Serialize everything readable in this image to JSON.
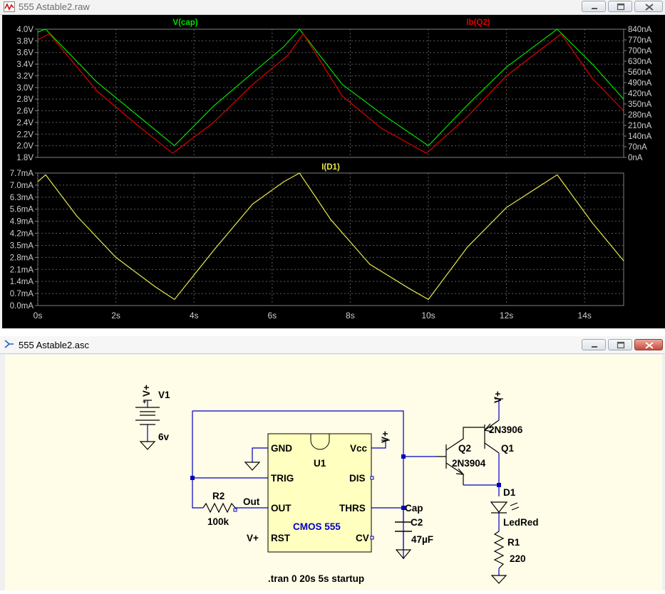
{
  "waveform_window": {
    "title": "555 Astable2.raw",
    "app_icon": "waveform-icon",
    "buttons": [
      "minimize-icon",
      "maximize-icon",
      "close-icon"
    ]
  },
  "schematic_window": {
    "title": "555 Astable2.asc",
    "app_icon": "schematic-icon",
    "buttons": [
      "minimize-icon",
      "maximize-icon",
      "close-icon"
    ]
  },
  "colors": {
    "plot_bg": "#000000",
    "grid": "#5a5a5a",
    "axis_text": "#d0d0d0",
    "vcap": "#00e000",
    "ibq2": "#e00000",
    "id1": "#e8e84a",
    "schematic_bg": "#fffce8",
    "wire": "#0000c0",
    "label": "#000000",
    "cmos_label": "#0000c0"
  },
  "chart_data": [
    {
      "type": "line",
      "title": "",
      "x_ticks": [
        "0s",
        "2s",
        "4s",
        "6s",
        "8s",
        "10s",
        "12s",
        "14s"
      ],
      "xlim": [
        0,
        15
      ],
      "y_left_ticks": [
        "4.0V",
        "3.8V",
        "3.6V",
        "3.4V",
        "3.2V",
        "3.0V",
        "2.8V",
        "2.6V",
        "2.4V",
        "2.2V",
        "2.0V",
        "1.8V"
      ],
      "ylim_left": [
        1.8,
        4.0
      ],
      "y_right_ticks": [
        "840nA",
        "770nA",
        "700nA",
        "630nA",
        "560nA",
        "490nA",
        "420nA",
        "350nA",
        "280nA",
        "210nA",
        "140nA",
        "70nA",
        "0nA"
      ],
      "ylim_right": [
        0,
        840
      ],
      "grid": true,
      "series": [
        {
          "name": "V(cap)",
          "axis": "left",
          "x": [
            0,
            0.2,
            1.5,
            2.5,
            3.5,
            4.5,
            5.5,
            6.3,
            6.7,
            7.8,
            8.8,
            10.0,
            11.0,
            12.0,
            13.3,
            14.2,
            15.0
          ],
          "values": [
            3.95,
            4.0,
            3.1,
            2.55,
            2.0,
            2.68,
            3.25,
            3.7,
            4.0,
            3.05,
            2.55,
            2.0,
            2.7,
            3.35,
            4.0,
            3.4,
            2.8
          ]
        },
        {
          "name": "Ib(Q2)",
          "axis": "left",
          "x": [
            0,
            0.3,
            1.5,
            2.5,
            3.45,
            4.5,
            5.5,
            6.4,
            6.8,
            7.8,
            8.8,
            9.95,
            11.0,
            12.0,
            13.4,
            14.2,
            15.0
          ],
          "values": [
            3.82,
            3.92,
            2.95,
            2.38,
            1.87,
            2.4,
            3.05,
            3.55,
            3.92,
            2.85,
            2.3,
            1.87,
            2.5,
            3.2,
            3.92,
            3.15,
            2.6
          ]
        }
      ]
    },
    {
      "type": "line",
      "title": "",
      "x_ticks": [
        "0s",
        "2s",
        "4s",
        "6s",
        "8s",
        "10s",
        "12s",
        "14s"
      ],
      "xlim": [
        0,
        15
      ],
      "y_ticks": [
        "7.7mA",
        "7.0mA",
        "6.3mA",
        "5.6mA",
        "4.9mA",
        "4.2mA",
        "3.5mA",
        "2.8mA",
        "2.1mA",
        "1.4mA",
        "0.7mA",
        "0.0mA"
      ],
      "ylim": [
        0,
        7.7
      ],
      "grid": true,
      "series": [
        {
          "name": "I(D1)",
          "x": [
            0,
            0.2,
            1.0,
            2.0,
            3.0,
            3.5,
            4.5,
            5.5,
            6.3,
            6.7,
            7.5,
            8.5,
            9.5,
            10.0,
            11.0,
            12.0,
            13.3,
            14.2,
            15.0
          ],
          "values": [
            7.2,
            7.6,
            5.2,
            2.8,
            1.1,
            0.35,
            3.2,
            5.9,
            7.2,
            7.7,
            5.0,
            2.4,
            1.0,
            0.35,
            3.4,
            5.7,
            7.6,
            4.8,
            2.6
          ]
        }
      ]
    }
  ],
  "schematic": {
    "v1": {
      "ref": "V1",
      "value": "6v",
      "plus": "+",
      "net": "V+"
    },
    "u1": {
      "ref": "U1",
      "model": "CMOS 555",
      "pins": {
        "gnd": "GND",
        "vcc": "Vcc",
        "trig": "TRIG",
        "dis": "DIS",
        "out": "OUT",
        "thrs": "THRS",
        "rst": "RST",
        "cv": "CV"
      },
      "vcc_net": "V+",
      "rst_net": "V+"
    },
    "r2": {
      "ref": "R2",
      "value": "100k",
      "net": "Out"
    },
    "c2": {
      "ref": "C2",
      "value": "47µF",
      "net": "Cap"
    },
    "q2": {
      "ref": "Q2",
      "model": "2N3904"
    },
    "q1": {
      "ref": "Q1",
      "model": "2N3906",
      "net": "V+"
    },
    "d1": {
      "ref": "D1",
      "model": "LedRed"
    },
    "r1": {
      "ref": "R1",
      "value": "220"
    },
    "directive": ".tran 0 20s 5s startup"
  }
}
